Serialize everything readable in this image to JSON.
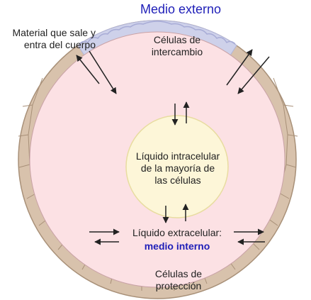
{
  "labels": {
    "medio_externo": "Medio externo",
    "material_line1": "Material que sale y",
    "material_line2": "entra del cuerpo",
    "celulas_intercambio_line1": "Células de",
    "celulas_intercambio_line2": "intercambio",
    "liquido_intracelular_line1": "Líquido intracelular",
    "liquido_intracelular_line2": "de la mayoría de",
    "liquido_intracelular_line3": "las células",
    "liquido_extracelular": "Líquido extracelular:",
    "medio_interno": "medio interno",
    "celulas_proteccion_line1": "Células de",
    "celulas_proteccion_line2": "protección"
  },
  "colors": {
    "title_blue": "#1f1fb8",
    "protection_layer": "#d8c2ac",
    "protection_outline": "#a89078",
    "exchange_layer": "#ced1ea",
    "extracellular_fluid": "#fce1e4",
    "intracellular_fluid": "#fdf6d8",
    "intracellular_outline": "#e8dca0",
    "arrow": "#222222"
  }
}
